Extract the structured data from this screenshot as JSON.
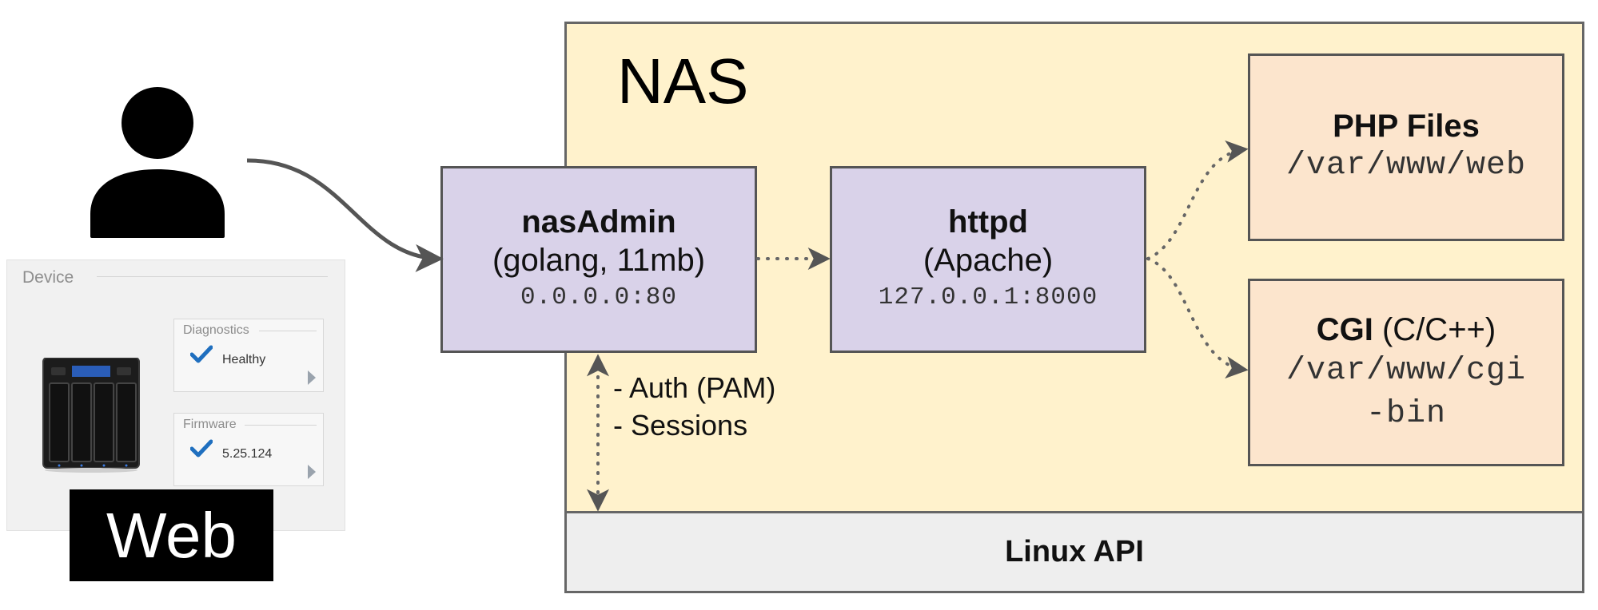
{
  "nas": {
    "title": "NAS",
    "linux_api": "Linux API"
  },
  "nasadmin": {
    "title": "nasAdmin",
    "subtitle": "(golang, 11mb)",
    "address": "0.0.0.0:80"
  },
  "httpd": {
    "title": "httpd",
    "subtitle": "(Apache)",
    "address": "127.0.0.1:8000"
  },
  "php": {
    "title": "PHP Files",
    "path": "/var/www/web"
  },
  "cgi": {
    "title_bold": "CGI",
    "title_rest": " (C/C++)",
    "path_line1": "/var/www/cgi",
    "path_line2": "-bin"
  },
  "auth_notes": [
    "- Auth (PAM)",
    "- Sessions"
  ],
  "device_panel": {
    "label": "Device",
    "diagnostics": {
      "label": "Diagnostics",
      "value": "Healthy"
    },
    "firmware": {
      "label": "Firmware",
      "value": "5.25.124"
    }
  },
  "web_label": "Web",
  "icons": {
    "user": "user-icon",
    "check": "checkmark-icon",
    "chevron": "chevron-right-icon",
    "nas_device": "nas-device-image"
  },
  "colors": {
    "nas_background": "#fff2cc",
    "service_box": "#d9d2e9",
    "file_box": "#fce5cd",
    "linux_api": "#eeeeee",
    "border": "#666666",
    "check_blue": "#1f6fbf"
  }
}
